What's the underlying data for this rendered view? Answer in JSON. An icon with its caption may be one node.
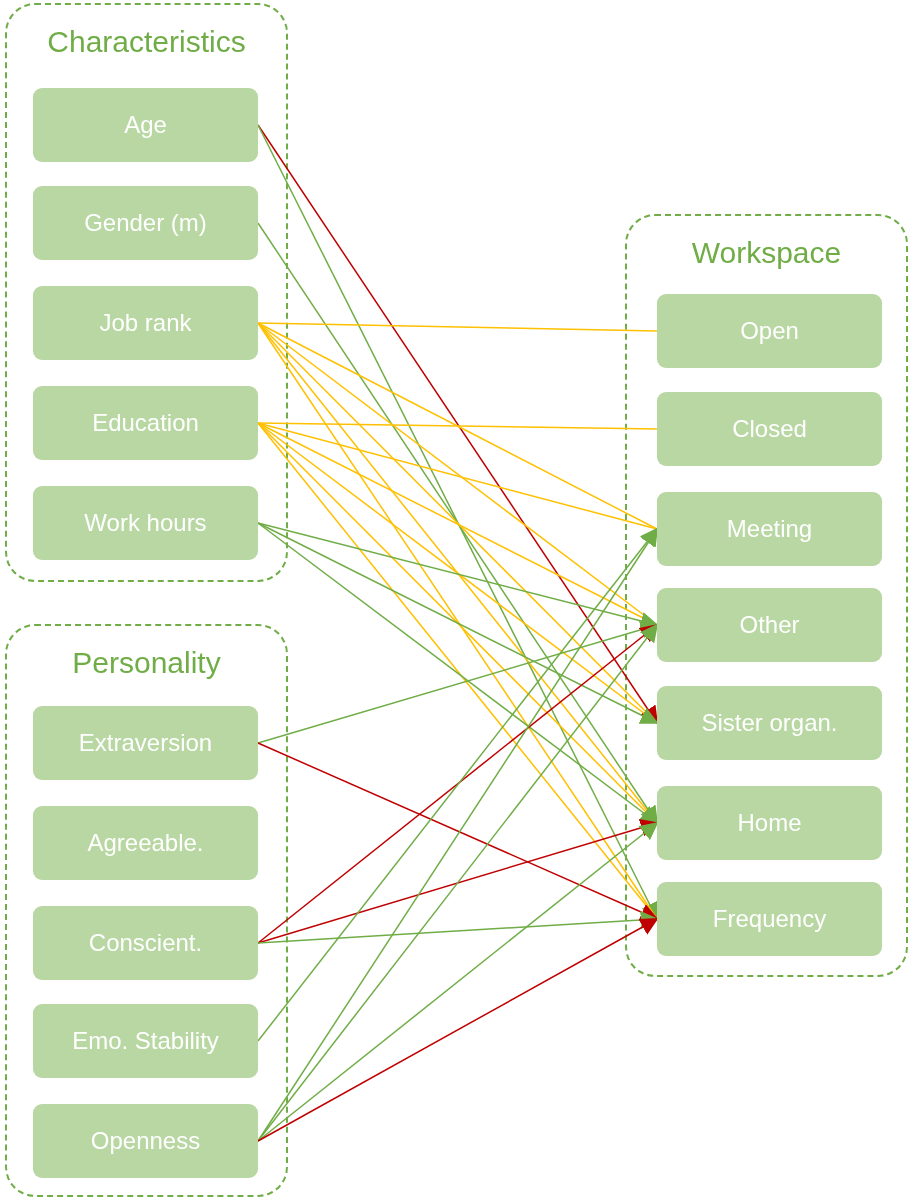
{
  "diagram": {
    "nodes": [
      {
        "text": [
          "Characteristics"
        ]
      },
      {
        "text": [
          "Age"
        ],
        "in": 0
      },
      {
        "text": [
          "Gender (m)"
        ],
        "in": 0
      },
      {
        "text": [
          "Job rank"
        ],
        "in": 0
      },
      {
        "text": [
          "Education"
        ],
        "in": 0
      },
      {
        "text": [
          "Work hours"
        ],
        "in": 0
      },
      {
        "text": [
          "Personality"
        ]
      },
      {
        "text": [
          "Extraversion"
        ],
        "in": 6
      },
      {
        "text": [
          "Agreeable."
        ],
        "in": 6
      },
      {
        "text": [
          "Conscient."
        ],
        "in": 6
      },
      {
        "text": [
          "Emo. Stability"
        ],
        "in": 6
      },
      {
        "text": [
          "Openness"
        ],
        "in": 6
      },
      {
        "text": [
          "Workspace"
        ]
      },
      {
        "text": [
          "Open"
        ],
        "in": 12
      },
      {
        "text": [
          "Closed"
        ],
        "in": 12
      },
      {
        "text": [
          "Meeting"
        ],
        "in": 12
      },
      {
        "text": [
          "Other"
        ],
        "in": 12
      },
      {
        "text": [
          "Sister organ."
        ],
        "in": 12
      },
      {
        "text": [
          "Home"
        ],
        "in": 12
      },
      {
        "text": [
          "Frequency"
        ],
        "in": 12
      }
    ],
    "edges": [
      {
        "from": 1,
        "to": 17,
        "arrow": "to",
        "color": "#c00000"
      },
      {
        "from": 1,
        "to": 19,
        "arrow": "to",
        "color": "#70ad47"
      },
      {
        "from": 2,
        "to": 18,
        "arrow": "to",
        "color": "#70ad47"
      },
      {
        "from": 3,
        "to": 13,
        "arrow": "none"
      },
      {
        "from": 3,
        "to": 15,
        "arrow": "none"
      },
      {
        "from": 3,
        "to": 16,
        "arrow": "none"
      },
      {
        "from": 3,
        "to": 17,
        "arrow": "none"
      },
      {
        "from": 3,
        "to": 18,
        "arrow": "none"
      },
      {
        "from": 3,
        "to": 19,
        "arrow": "none"
      },
      {
        "from": 4,
        "to": 14,
        "arrow": "none"
      },
      {
        "from": 4,
        "to": 15,
        "arrow": "none"
      },
      {
        "from": 4,
        "to": 16,
        "arrow": "none"
      },
      {
        "from": 4,
        "to": 17,
        "arrow": "none"
      },
      {
        "from": 4,
        "to": 18,
        "arrow": "none"
      },
      {
        "from": 4,
        "to": 19,
        "arrow": "none"
      },
      {
        "from": 5,
        "to": 16,
        "arrow": "to",
        "color": "#70ad47"
      },
      {
        "from": 5,
        "to": 17,
        "arrow": "to",
        "color": "#70ad47"
      },
      {
        "from": 5,
        "to": 18,
        "arrow": "to",
        "color": "#70ad47"
      },
      {
        "from": 7,
        "to": 16,
        "arrow": "to",
        "color": "#70ad47"
      },
      {
        "from": 7,
        "to": 19,
        "arrow": "to",
        "color": "#c00000"
      },
      {
        "from": 9,
        "to": 16,
        "arrow": "to",
        "color": "#c00000"
      },
      {
        "from": 9,
        "to": 18,
        "arrow": "to",
        "color": "#c00000"
      },
      {
        "from": 9,
        "to": 19,
        "arrow": "to",
        "color": "#70ad47"
      },
      {
        "from": 10,
        "to": 15,
        "arrow": "to",
        "color": "#70ad47"
      },
      {
        "from": 11,
        "to": 15,
        "arrow": "to",
        "color": "#70ad47"
      },
      {
        "from": 11,
        "to": 16,
        "arrow": "to",
        "color": "#70ad47"
      },
      {
        "from": 11,
        "to": 18,
        "arrow": "to",
        "color": "#70ad47"
      },
      {
        "from": 11,
        "to": 19,
        "arrow": "to",
        "color": "#c00000"
      }
    ]
  }
}
